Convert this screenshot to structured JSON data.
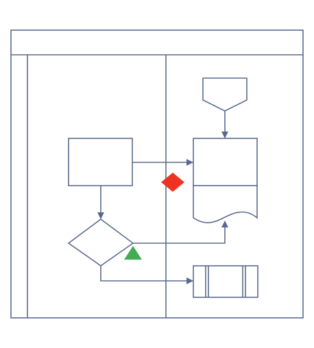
{
  "diagram": {
    "type": "swimlane-flowchart",
    "pool_title": "",
    "lanes": [
      {
        "name": "",
        "label": ""
      },
      {
        "name": "",
        "label": ""
      }
    ],
    "shapes": [
      {
        "id": "process",
        "kind": "process",
        "label": ""
      },
      {
        "id": "decision",
        "kind": "decision",
        "label": ""
      },
      {
        "id": "off-page-connector",
        "kind": "off-page-connector",
        "label": ""
      },
      {
        "id": "document",
        "kind": "document",
        "label": ""
      },
      {
        "id": "predefined-process",
        "kind": "predefined-process",
        "label": ""
      }
    ],
    "connectors": [
      {
        "from": "process",
        "to": "document"
      },
      {
        "from": "process",
        "to": "decision"
      },
      {
        "from": "off-page-connector",
        "to": "document"
      },
      {
        "from": "decision",
        "to": "document"
      },
      {
        "from": "decision",
        "to": "predefined-process"
      }
    ],
    "markers": [
      {
        "kind": "diamond",
        "color": "#ee3322"
      },
      {
        "kind": "triangle",
        "color": "#44aa55"
      }
    ]
  },
  "colors": {
    "line": "#5a6a8e",
    "background": "#ffffff",
    "marker_red": "#ee3322",
    "marker_green": "#44aa55"
  }
}
